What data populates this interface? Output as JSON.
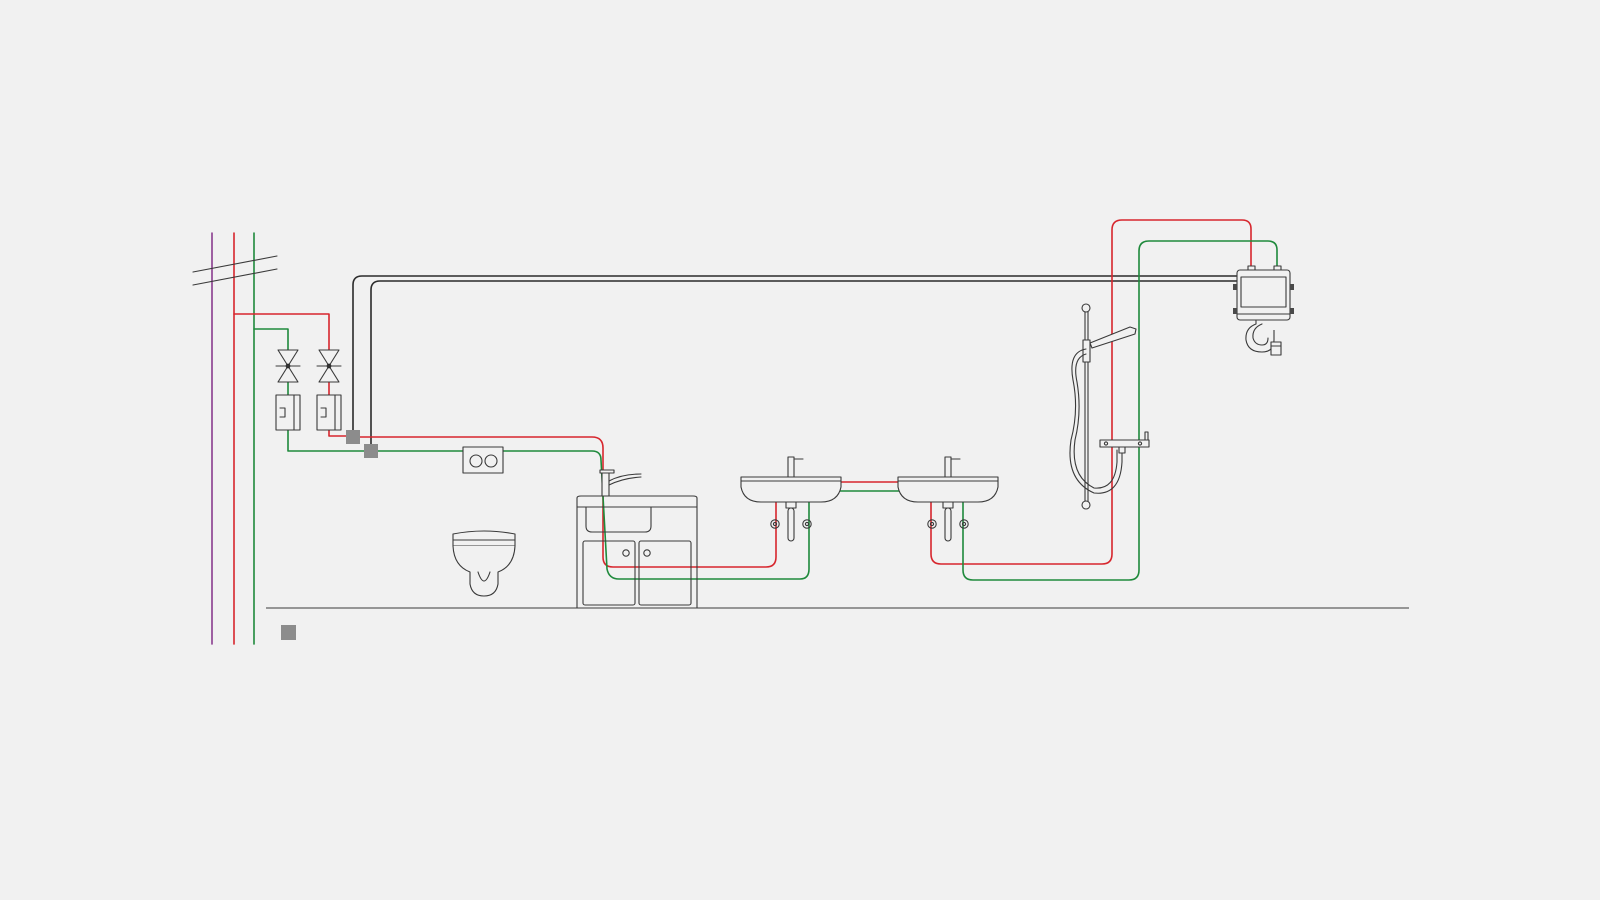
{
  "colors": {
    "background": "#f1f1f1",
    "hot_water": "#d7262d",
    "cold_water": "#1f8a3c",
    "circulation": "#8a3c8e",
    "control_cable": "#2b2b2b",
    "outline": "#3a3a3a",
    "junction_box": "#8c8c8c"
  },
  "pipes": [
    {
      "id": "riser-circulation",
      "icon": "circulation-riser"
    },
    {
      "id": "riser-hot",
      "icon": "hot-water-riser"
    },
    {
      "id": "riser-cold",
      "icon": "cold-water-riser"
    },
    {
      "id": "hot-supply",
      "icon": "hot-water-line"
    },
    {
      "id": "cold-supply",
      "icon": "cold-water-line"
    },
    {
      "id": "control-cable",
      "icon": "control-cable"
    }
  ],
  "fixtures": [
    {
      "id": "wall-hung-toilet",
      "icon": "toilet-icon"
    },
    {
      "id": "flush-plate",
      "icon": "flush-plate-icon"
    },
    {
      "id": "kitchen-sink",
      "icon": "sink-cabinet-icon"
    },
    {
      "id": "washbasin",
      "icon": "washbasin-icon",
      "count": 2
    },
    {
      "id": "shower",
      "icon": "shower-rail-icon"
    },
    {
      "id": "control-unit",
      "icon": "control-unit-icon"
    },
    {
      "id": "shut-off-valve",
      "icon": "valve-icon",
      "count": 2
    },
    {
      "id": "water-meter",
      "icon": "meter-icon",
      "count": 2
    }
  ],
  "legend": {
    "marker": "junction-box-icon"
  }
}
